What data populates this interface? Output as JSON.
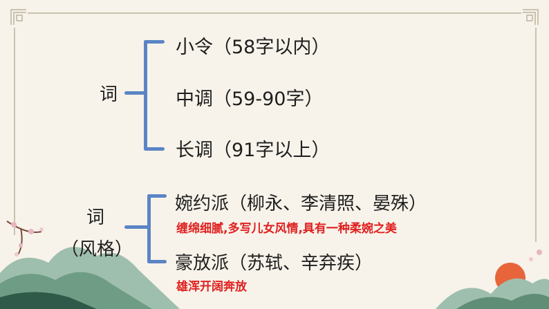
{
  "colors": {
    "background": "#f7f3ea",
    "bracket": "#5b84c4",
    "text": "#1e1e1e",
    "note": "#e02020",
    "frame": "#c9c2b0"
  },
  "section1": {
    "heading": "词",
    "items": [
      {
        "label": "小令（58字以内）"
      },
      {
        "label": "中调（59-90字）"
      },
      {
        "label": "长调（91字以上）"
      }
    ]
  },
  "section2": {
    "heading": "词",
    "subheading": "（风格）",
    "items": [
      {
        "label": "婉约派（柳永、李清照、晏殊）",
        "note": "缠绵细腻,多写儿女风情,具有一种柔婉之美"
      },
      {
        "label": "豪放派（苏轼、辛弃疾）",
        "note": "雄浑开阔奔放"
      }
    ]
  }
}
